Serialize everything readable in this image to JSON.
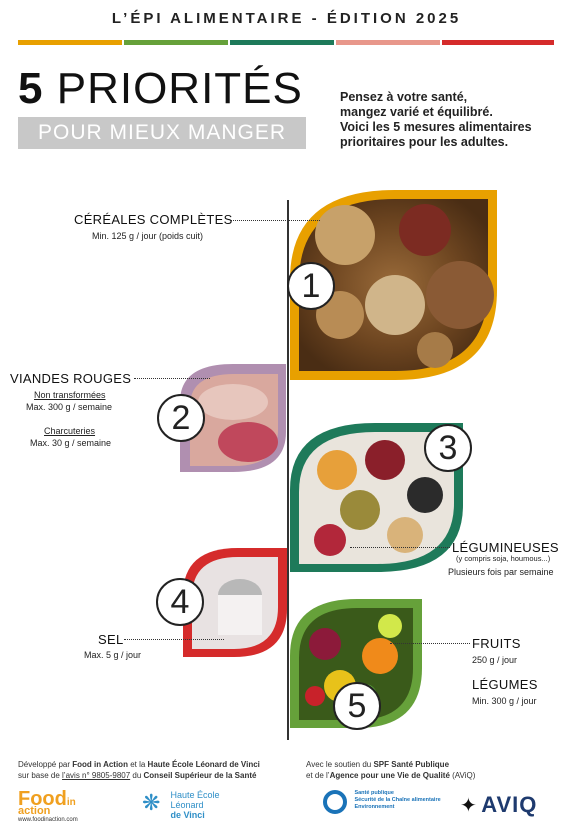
{
  "header": {
    "title": "L’ÉPI ALIMENTAIRE - ÉDITION 2025"
  },
  "colors": {
    "orange": "#e8a000",
    "green": "#66a13a",
    "teal": "#1e7a5a",
    "pink": "#e8978b",
    "red": "#d52b2b",
    "purple": "#b08fb0"
  },
  "hero": {
    "big_num": "5",
    "big_word": "PRIORITÉS",
    "subtitle": "POUR MIEUX MANGER"
  },
  "intro": {
    "line1": "Pensez à votre santé,",
    "line2": "mangez varié et équilibré.",
    "line3": "Voici les 5 mesures alimentaires",
    "line4": "prioritaires pour les adultes."
  },
  "items": {
    "cereales": {
      "number": "1",
      "title": "CÉRÉALES COMPLÈTES",
      "detail": "Min. 125 g / jour (poids cuit)"
    },
    "viandes": {
      "number": "2",
      "title": "VIANDES ROUGES",
      "sub1_label": "Non transformées",
      "sub1_value": "Max. 300 g / semaine",
      "sub2_label": "Charcuteries",
      "sub2_value": "Max. 30 g / semaine"
    },
    "legumineuses": {
      "number": "3",
      "title": "LÉGUMINEUSES",
      "note": "(y compris soja, houmous...)",
      "detail": "Plusieurs fois par semaine"
    },
    "sel": {
      "number": "4",
      "title": "SEL",
      "detail": "Max. 5 g / jour"
    },
    "fruits": {
      "number": "5",
      "title1": "FRUITS",
      "detail1": "250 g / jour",
      "title2": "LÉGUMES",
      "detail2": "Min. 300 g / jour"
    }
  },
  "footer": {
    "left1_a": "Développé par ",
    "left1_b": "Food in Action",
    "left1_c": " et la ",
    "left1_d": "Haute École Léonard de Vinci",
    "left2_a": "sur base de ",
    "left2_b": "l’avis n° 9805-9807",
    "left2_c": " du ",
    "left2_d": "Conseil Supérieur de la Santé",
    "right1_a": "Avec le soutien du ",
    "right1_b": "SPF Santé Publique",
    "right2_a": "et de l’",
    "right2_b": "Agence pour une Vie de Qualité",
    "right2_c": " (AViQ)",
    "logo_food1": "Food",
    "logo_food2": "in",
    "logo_food3": "action",
    "logo_food_url": "www.foodinaction.com",
    "logo_vinci1": "Haute École",
    "logo_vinci2": "Léonard",
    "logo_vinci3": "de Vinci",
    "logo_spf1": "Santé publique",
    "logo_spf2": "Sécurité de la Chaîne alimentaire",
    "logo_spf3": "Environnement",
    "logo_aviq": "AVIQ"
  }
}
